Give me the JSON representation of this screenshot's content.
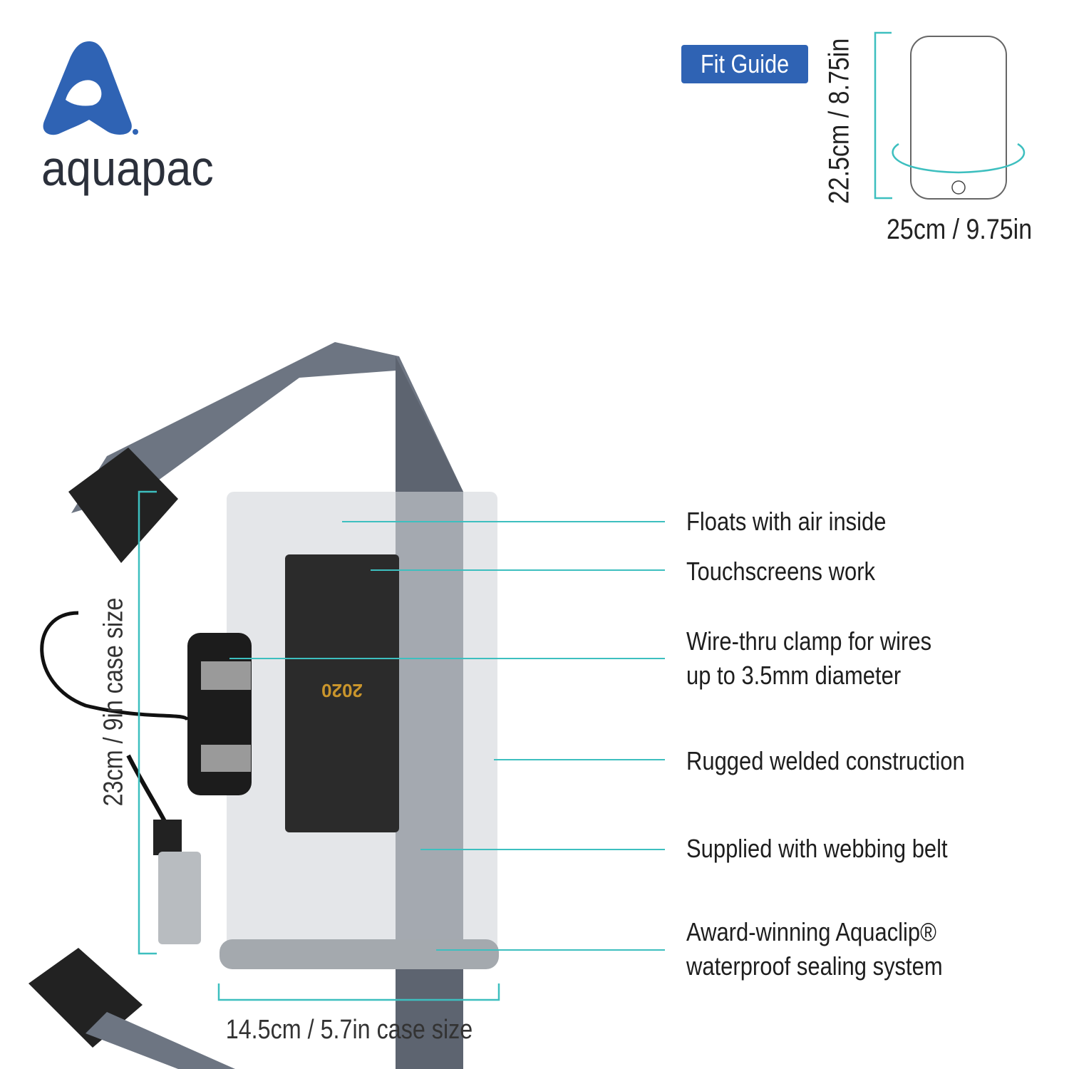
{
  "brand": {
    "name": "aquapac",
    "logo_color": "#2f63b4"
  },
  "fit_guide": {
    "button_label": "Fit Guide",
    "height_label": "22.5cm / 8.75in",
    "width_label": "25cm / 9.75in",
    "accent_color": "#3dbfbf"
  },
  "case": {
    "height_label": "23cm / 9in case size",
    "width_label": "14.5cm / 5.7in case size"
  },
  "features": [
    {
      "lines": [
        "Floats with air inside"
      ]
    },
    {
      "lines": [
        "Touchscreens work"
      ]
    },
    {
      "lines": [
        "Wire-thru clamp for wires",
        "up to 3.5mm diameter"
      ]
    },
    {
      "lines": [
        "Rugged welded construction"
      ]
    },
    {
      "lines": [
        "Supplied with webbing belt"
      ]
    },
    {
      "lines": [
        "Award-winning Aquaclip®",
        "waterproof sealing system"
      ]
    }
  ]
}
